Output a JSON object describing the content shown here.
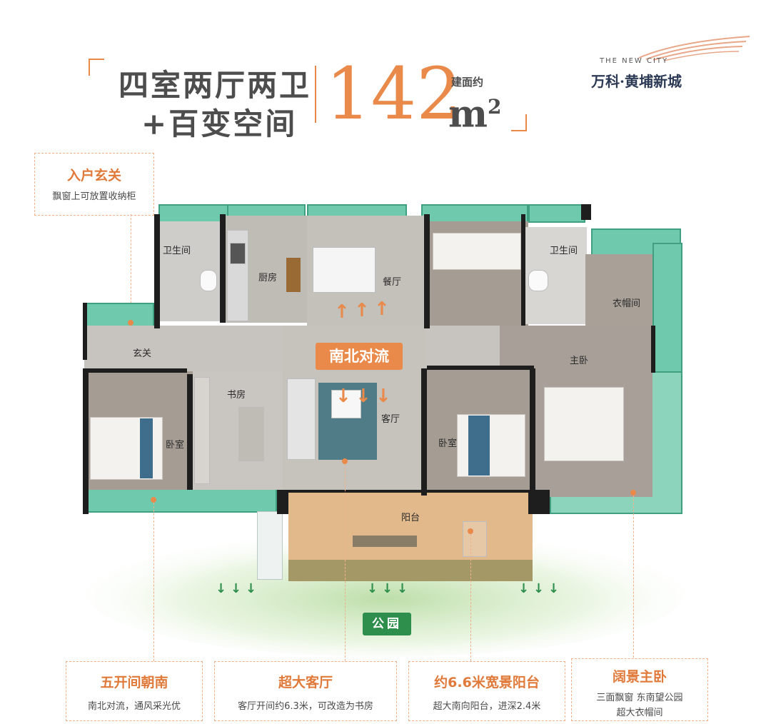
{
  "header": {
    "title_line1": "四室两厅两卫",
    "title_line2": "+百变空间",
    "area_prefix": "建面约",
    "area_value": "142",
    "area_unit": "m",
    "area_unit_sup": "2"
  },
  "brand": {
    "en": "THE NEW CITY",
    "cn": "万科·黄埔新城"
  },
  "rooms": {
    "bath_left": "卫生间",
    "kitchen": "厨房",
    "dining": "餐厅",
    "bath_right": "卫生间",
    "closet": "衣帽间",
    "foyer": "玄关",
    "master": "主卧",
    "study": "书房",
    "bedroom_left": "卧室",
    "living": "客厅",
    "bedroom_mid": "卧室",
    "balcony": "阳台"
  },
  "badges": {
    "flow": "南北对流",
    "park": "公园"
  },
  "callouts": {
    "entry": {
      "title": "入户玄关",
      "desc": "飘窗上可放置收纳柜"
    },
    "south": {
      "title": "五开间朝南",
      "desc": "南北对流，通风采光优"
    },
    "living": {
      "title": "超大客厅",
      "desc": "客厅开间约6.3米，可改造为书房"
    },
    "balcony": {
      "title": "约6.6米宽景阳台",
      "desc": "超大南向阳台，进深2.4米"
    },
    "master": {
      "title": "阔景主卧",
      "desc1": "三面飘窗 东南望公园",
      "desc2": "超大衣帽间"
    }
  },
  "colors": {
    "accent": "#e98a4a",
    "park_green": "#2e8e4c",
    "window_green": "#6fc9ad",
    "floor_gray": "#c9c7c2",
    "floor_wood": "#a8a098",
    "balcony_wood": "#e2b98a"
  }
}
